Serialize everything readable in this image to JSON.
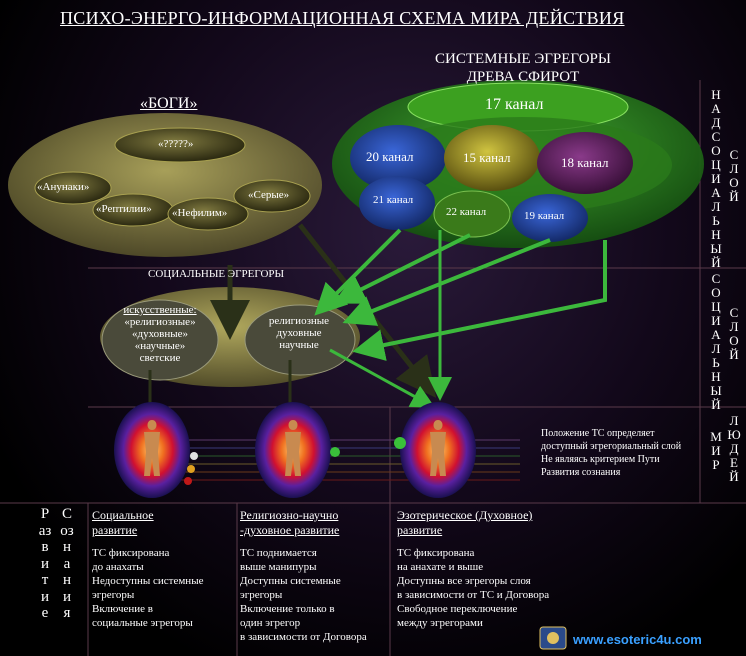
{
  "title": "ПСИХО-ЭНЕРГО-ИНФОРМАЦИОННАЯ СХЕМА МИРА ДЕЙСТВИЯ",
  "gods": {
    "title": "«БОГИ»",
    "unknown": "«?????»",
    "items": [
      "«Анунаки»",
      "«Рептилии»",
      "«Нефилим»",
      "«Серые»"
    ]
  },
  "systemic": {
    "title_line1": "СИСТЕМНЫЕ ЭГРЕГОРЫ",
    "title_line2": "ДРЕВА СФИРОТ",
    "top_channel": "17 канал",
    "channels": [
      "20 канал",
      "15 канал",
      "18 канал",
      "21 канал",
      "22 канал",
      "19 канал"
    ]
  },
  "social": {
    "title": "СОЦИАЛЬНЫЕ ЭГРЕГОРЫ",
    "artificial_lines": [
      "искусственные:",
      "«религиозные»",
      "«духовные»",
      "«научные»",
      "светские"
    ],
    "religious_lines": [
      "религиозные",
      "духовные",
      "научные"
    ]
  },
  "layers": {
    "supersocial": "НАДСОЦИАЛЬНЫЙ",
    "supersocial_layer": "СЛОЙ",
    "social": "СОЦИАЛЬНЫЙ",
    "social_layer": "СЛОЙ",
    "world": "МИР",
    "people": "ЛЮДЕЙ"
  },
  "note": "Положение ТС определяет доступный эгрегориальный слой Не являясь критерием Пути Развития сознания",
  "development": {
    "word1": "Развитие",
    "word2": "Сознания",
    "columns": [
      {
        "heading": "Социальное развитие",
        "lines": [
          "ТС фиксирована",
          "до анахаты",
          "Недоступны системные",
          "эгрегоры",
          "Включение в",
          "социальные эгрегоры"
        ]
      },
      {
        "heading": "Религиозно-научно -духовное развитие",
        "lines": [
          "ТС поднимается",
          "выше манипуры",
          "Доступны системные",
          "эгрегоры",
          "Включение только в",
          "один эгрегор",
          "в зависимости от Договора"
        ]
      },
      {
        "heading": "Эзотерическое (Духовное) развитие",
        "lines": [
          "ТС фиксирована",
          "на анахате и выше",
          "Доступны все эгрегоры слоя",
          "в зависимости от ТС и Договора",
          "Свободное переключение",
          "между эгрегорами"
        ]
      }
    ]
  },
  "footer": "www.esoteric4u.com",
  "colors": {
    "gold": "#c8c060",
    "green": "#3cb83c",
    "blue": "#2848a8",
    "purple": "#6a2a6a"
  }
}
